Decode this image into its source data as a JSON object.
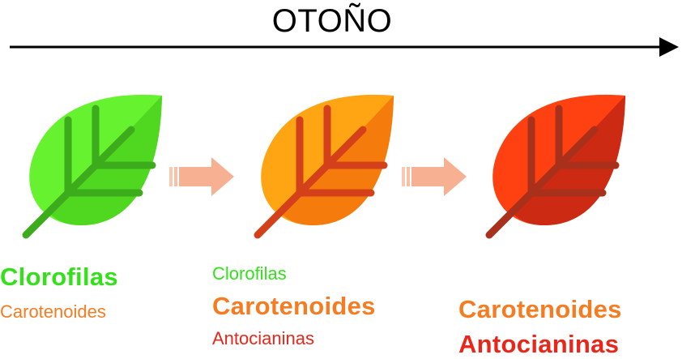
{
  "title": "OTOÑO",
  "colors": {
    "green_light": "#66f22e",
    "green_dark": "#4fd81f",
    "orange_light": "#ffa413",
    "orange_dark": "#f57c0c",
    "red_light": "#ff4010",
    "red_dark": "#cc2a12",
    "step_arrow": "#f7b092"
  },
  "stages": [
    {
      "leaf_color": "green",
      "labels": [
        {
          "text": "Clorofilas",
          "style": "big",
          "color": "green"
        },
        {
          "text": "Carotenoides",
          "style": "small",
          "color": "orange"
        }
      ]
    },
    {
      "leaf_color": "orange",
      "labels": [
        {
          "text": "Clorofilas",
          "style": "small",
          "color": "green"
        },
        {
          "text": "Carotenoides",
          "style": "big",
          "color": "orange"
        },
        {
          "text": "Antocianinas",
          "style": "small",
          "color": "red"
        }
      ]
    },
    {
      "leaf_color": "red",
      "labels": [
        {
          "text": "Carotenoides",
          "style": "big",
          "color": "orange"
        },
        {
          "text": "Antocianinas",
          "style": "big",
          "color": "red"
        }
      ]
    }
  ]
}
